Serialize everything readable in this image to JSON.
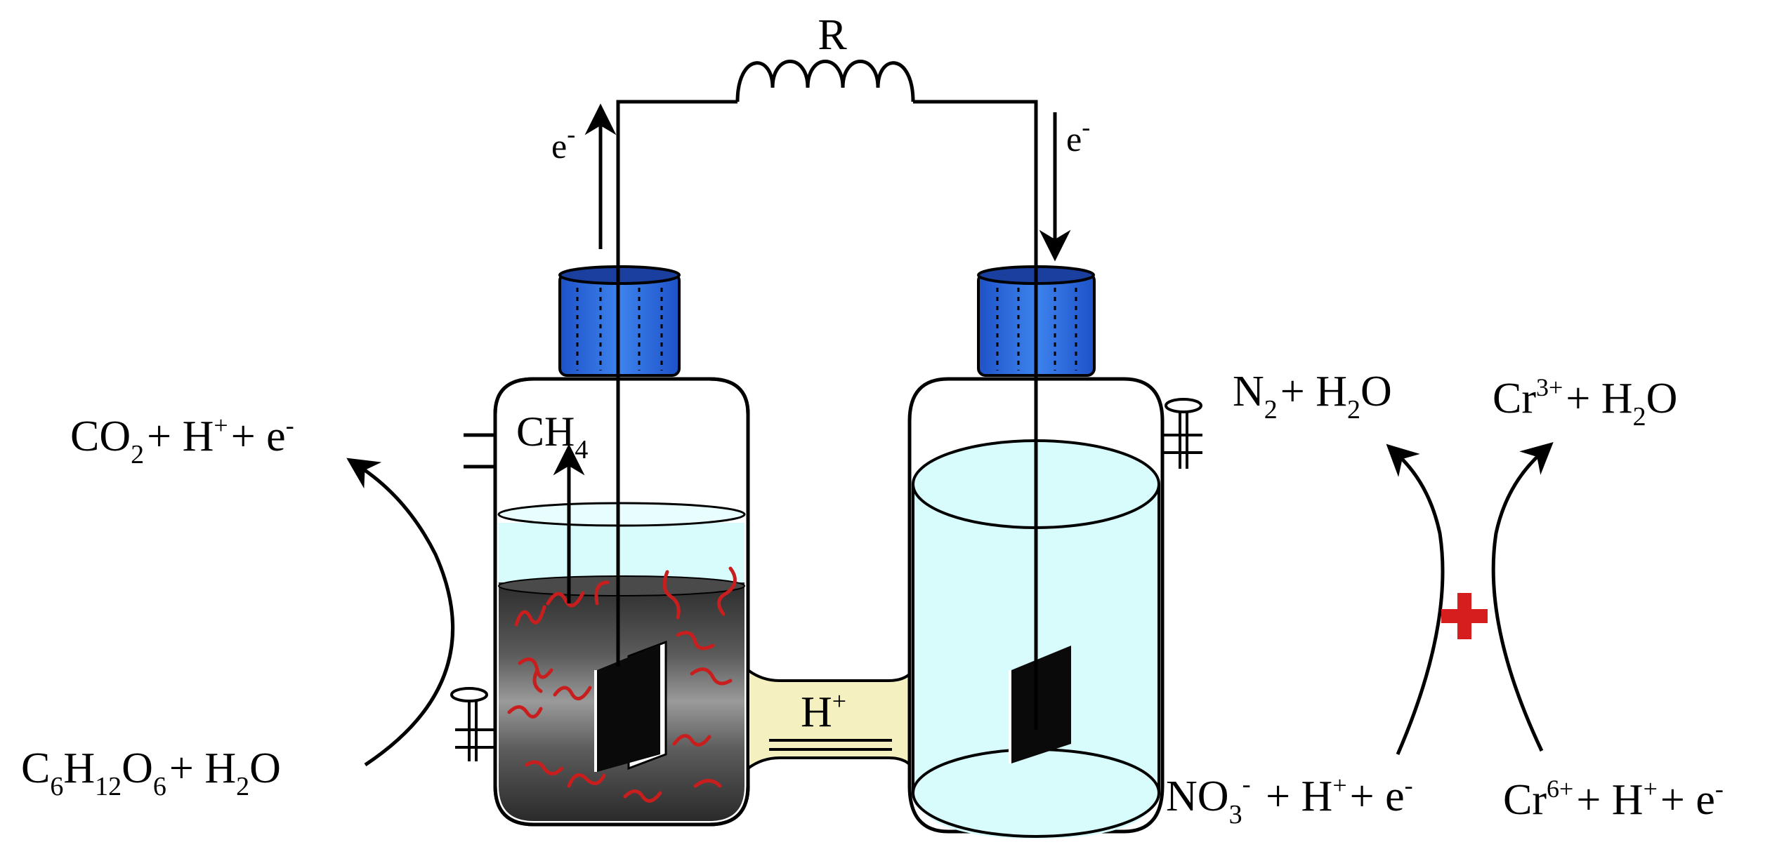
{
  "diagram": {
    "resistor_label": "R",
    "electron_left": {
      "base": "e",
      "sup": "-"
    },
    "electron_right": {
      "base": "e",
      "sup": "-"
    },
    "gas_label": {
      "base": "CH",
      "sub": "4"
    },
    "proton_label": {
      "base": "H",
      "sup": "+"
    },
    "anode_reaction": {
      "product": {
        "a": "CO",
        "a_sub": "2",
        "b": "+ H",
        "b_sup": "+",
        "c": "+ e",
        "c_sup": "-"
      },
      "reactant": {
        "a": "C",
        "a_sub": "6",
        "b": "H",
        "b_sub": "12",
        "c": "O",
        "c_sub": "6",
        "d": "+ H",
        "d_sub": "2",
        "e": "O"
      }
    },
    "nitrate_reaction": {
      "product": {
        "a": "N",
        "a_sub": "2",
        "b": "+ H",
        "b_sub": "2",
        "c": "O"
      },
      "reactant": {
        "a": "NO",
        "a_sub": "3",
        "a_sup": "-",
        "b": " + H",
        "b_sup": "+",
        "c": "+ e",
        "c_sup": "-"
      }
    },
    "chromium_reaction": {
      "product": {
        "a": "Cr",
        "a_sup": "3+",
        "b": "+ H",
        "b_sub": "2",
        "c": "O"
      },
      "reactant": {
        "a": "Cr",
        "a_sup": "6+",
        "b": "+ H",
        "b_sup": "+",
        "c": "+ e",
        "c_sup": "-"
      }
    },
    "colors": {
      "cap_blue": "#2f6fe0",
      "light_water": "#d8fbfc",
      "sludge_dark": "#3a3a3a",
      "bacteria_red": "#c81e1e",
      "bridge_yellow": "#f4f0c0",
      "plus_red": "#d61e1e"
    }
  }
}
